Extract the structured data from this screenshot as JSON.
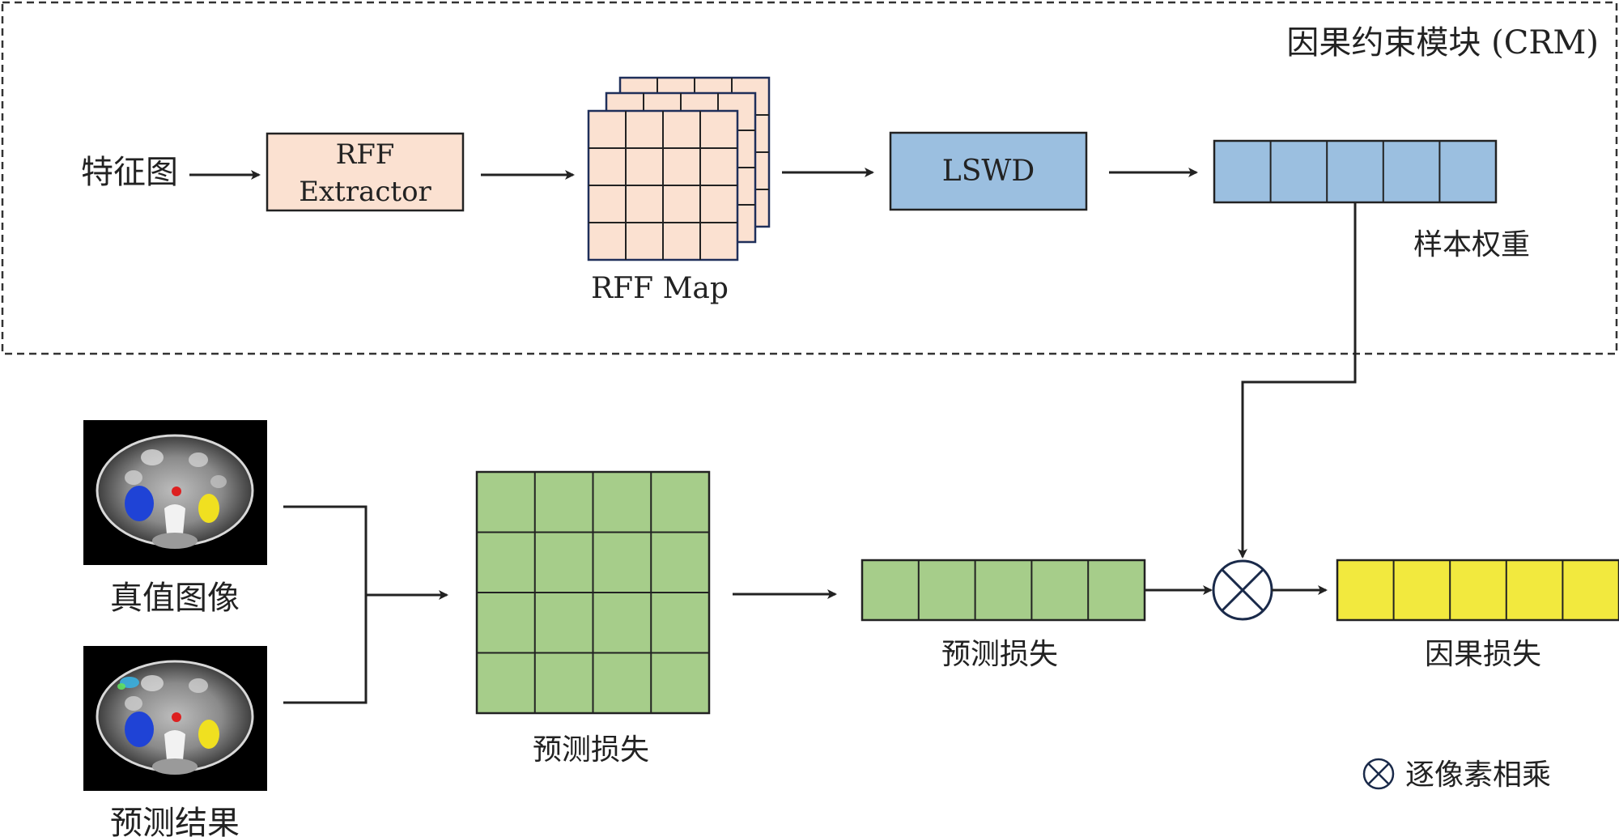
{
  "module_title": "因果约束模块 (CRM)",
  "feature_map_label": "特征图",
  "rff_extractor_line1": "RFF",
  "rff_extractor_line2": "Extractor",
  "rff_map_label": "RFF Map",
  "lswd_label": "LSWD",
  "sample_weight_label": "样本权重",
  "ground_truth_label": "真值图像",
  "prediction_label": "预测结果",
  "loss_map_label": "预测损失",
  "loss_vector_label": "预测损失",
  "causal_loss_label": "因果损失",
  "legend_label": "逐像素相乘",
  "colors": {
    "rff": "#fbe1d1",
    "lswd": "#9bbfe0",
    "weight": "#9bbfe0",
    "loss": "#a6cd8a",
    "causal": "#f2e93e",
    "dashed_border": "#333333",
    "ct_blue": "#1f43d6",
    "ct_yellow": "#f0e020",
    "ct_red": "#dd2020"
  },
  "icons": {
    "multiply": "circled-x-icon",
    "legend_multiply": "circled-x-icon"
  }
}
